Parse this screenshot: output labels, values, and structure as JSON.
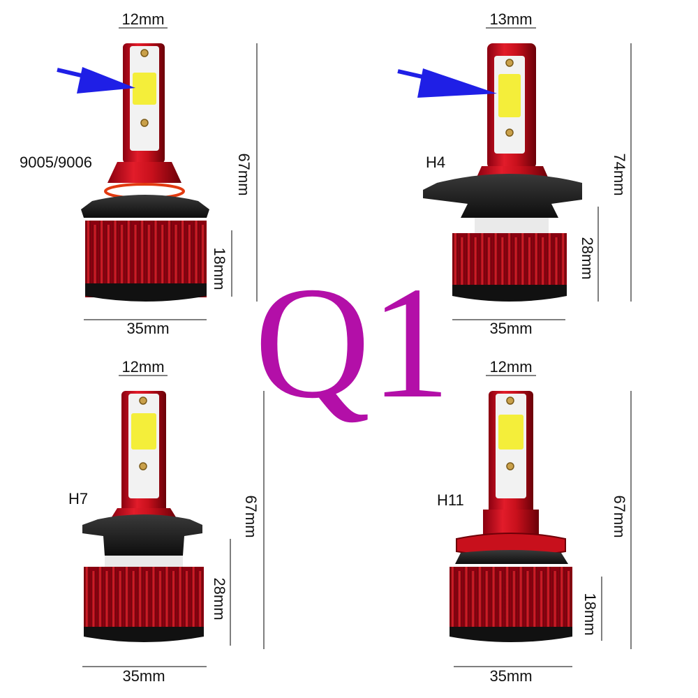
{
  "headline": "Q1",
  "colors": {
    "headline": "#b30fa8",
    "arrow": "#1f1fe6",
    "heatsink": "#c8101c",
    "heatsink_dark": "#6e0008",
    "led_chip": "#f4ee3a",
    "base_collar": "#1c1c1c"
  },
  "bulbs": [
    {
      "model": "9005/9006",
      "top_width": "12mm",
      "total_length": "67mm",
      "heatsink_height": "18mm",
      "base_width": "35mm",
      "has_arrow": true,
      "arrow_icon": "blue-arrow-icon"
    },
    {
      "model": "H4",
      "top_width": "13mm",
      "total_length": "74mm",
      "heatsink_height": "28mm",
      "base_width": "35mm",
      "has_arrow": true,
      "arrow_icon": "blue-arrow-icon"
    },
    {
      "model": "H7",
      "top_width": "12mm",
      "total_length": "67mm",
      "heatsink_height": "28mm",
      "base_width": "35mm",
      "has_arrow": false
    },
    {
      "model": "H11",
      "top_width": "12mm",
      "total_length": "67mm",
      "heatsink_height": "18mm",
      "base_width": "35mm",
      "has_arrow": false
    }
  ]
}
